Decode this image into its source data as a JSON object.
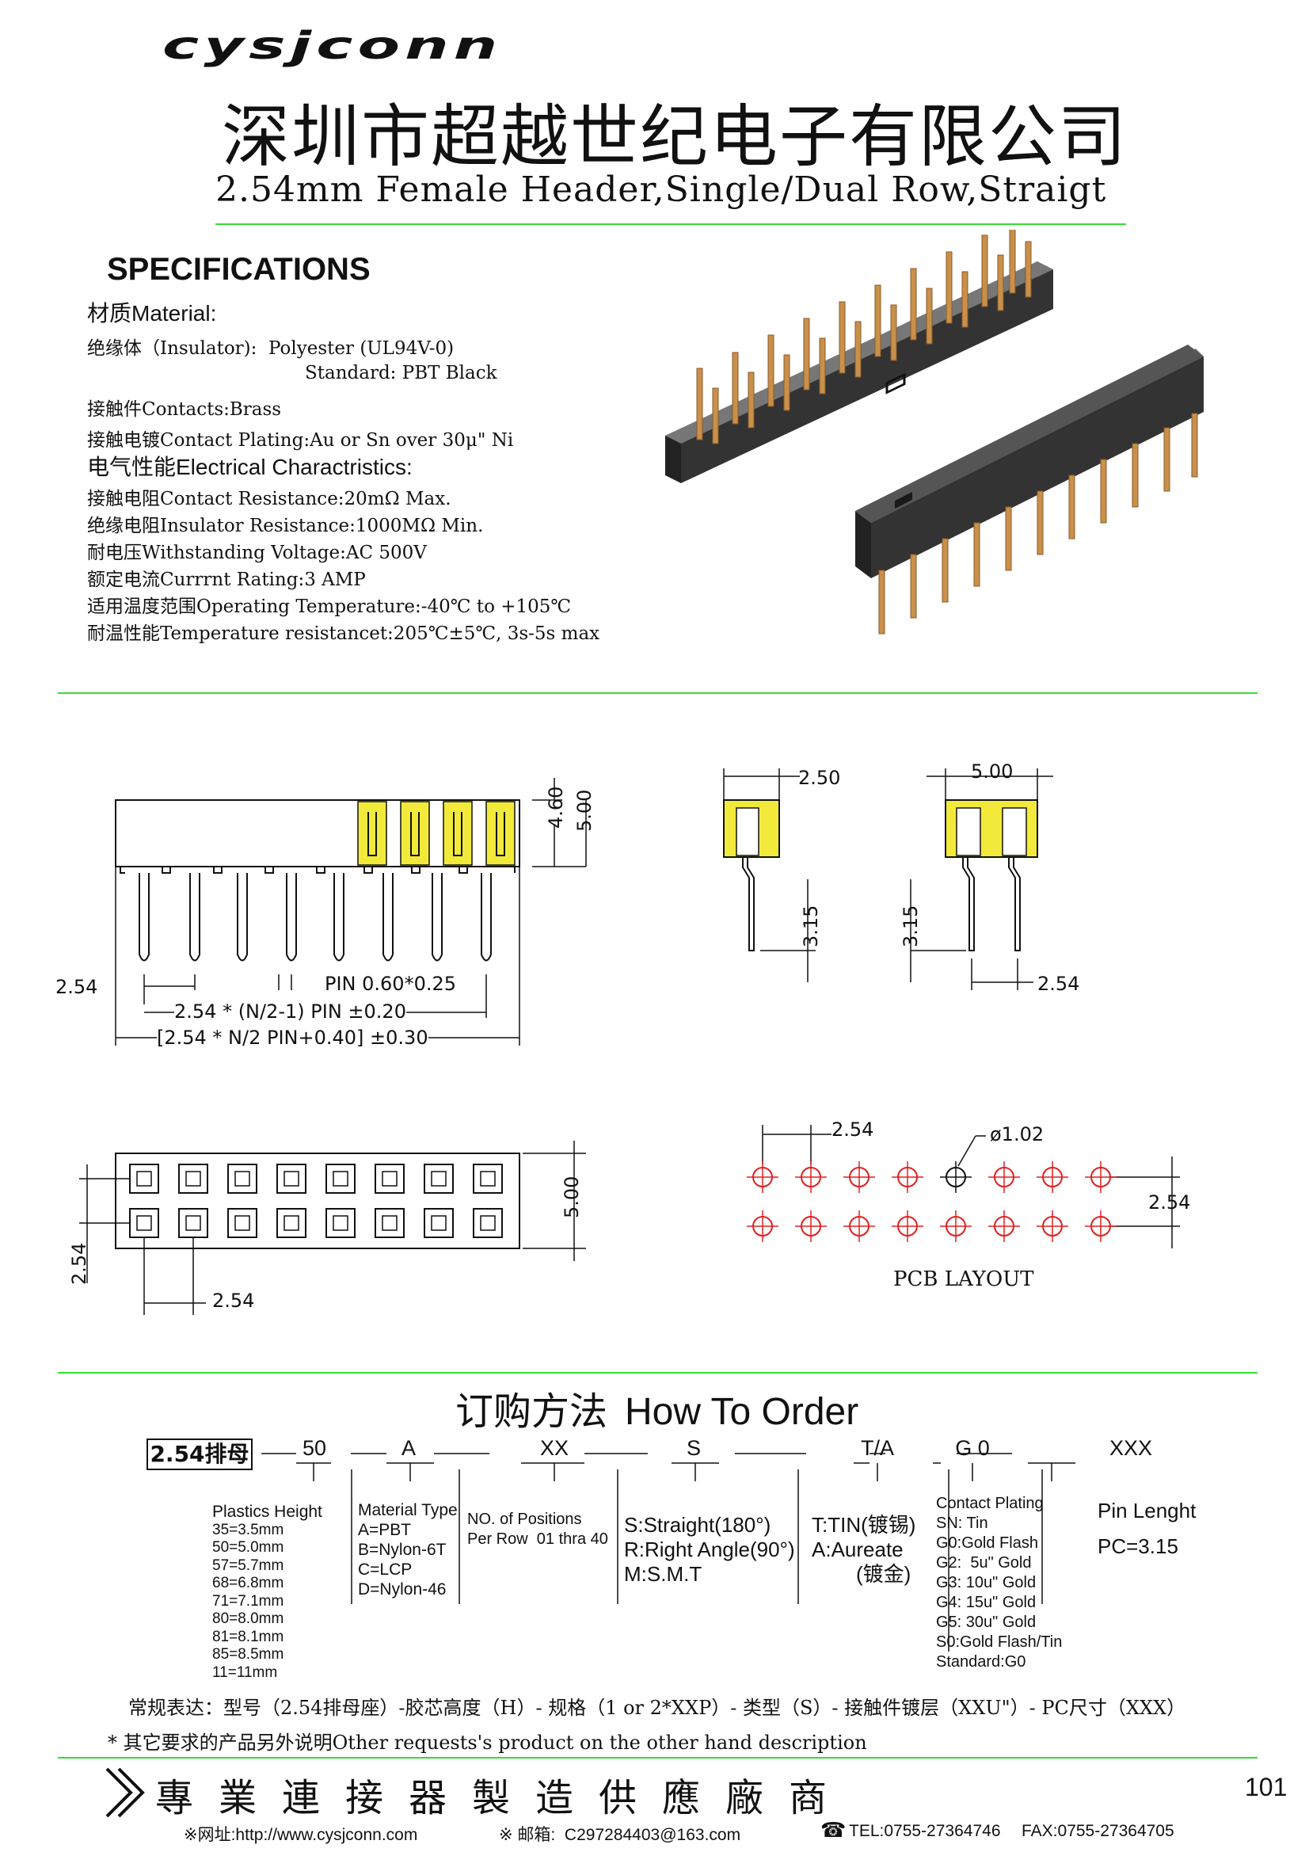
{
  "header": {
    "brand": "cysjconn",
    "company_name": "深圳市超越世纪电子有限公司",
    "product_title": "2.54mm Female Header,Single/Dual Row,Straigt"
  },
  "specifications": {
    "heading": "SPECIFICATIONS",
    "material_heading": "材质Material:",
    "insulator": "绝缘体（Insulator):  Polyester (UL94V-0)",
    "insulator_standard": "Standard: PBT Black",
    "contacts": "接触件Contacts:Brass",
    "plating": "接触电镀Contact Plating:Au or Sn over 30μ\" Ni",
    "electrical_heading": "电气性能Electrical Charactristics:",
    "contact_resistance": "接触电阻Contact Resistance:20mΩ Max.",
    "insulator_resistance": "绝缘电阻Insulator Resistance:1000MΩ Min.",
    "withstanding_voltage": "耐电压Withstanding Voltage:AC 500V",
    "current_rating": "额定电流Currrnt Rating:3 AMP",
    "operating_temp": "适用温度范围Operating Temperature:-40℃ to +105℃",
    "temp_resistance": "耐温性能Temperature resistancet:205℃±5℃, 3s-5s max"
  },
  "drawing": {
    "dim_460": "4.60",
    "dim_500_side": "5.00",
    "dim_254_left": "2.54",
    "pin_label": "PIN 0.60*0.25",
    "formula_inner": "2.54 * (N/2-1) PIN ±0.20",
    "formula_outer": "[2.54 * N/2 PIN+0.40] ±0.30",
    "end_dim_250": "2.50",
    "end_dim_315": "3.15",
    "dual_dim_500": "5.00",
    "dual_dim_315": "3.15",
    "dual_dim_254": "2.54",
    "top_dim_500": "5.00",
    "top_dim_254_v": "2.54",
    "top_dim_254_h": "2.54",
    "pcb_dim_254_top": "2.54",
    "pcb_dia": "ø1.02",
    "pcb_dim_254_right": "2.54",
    "pcb_label": "PCB LAYOUT"
  },
  "order": {
    "heading_cn": "订购方法",
    "heading_en": "How To Order",
    "code_box": "2.54排母",
    "code_height": "50",
    "code_material": "A",
    "code_positions": "XX",
    "code_type": "S",
    "code_plating_tin": "T/A",
    "code_plating": "G 0",
    "code_pin": "XXX",
    "height_title": "Plastics Height",
    "height_options": [
      "35=3.5mm",
      "50=5.0mm",
      "57=5.7mm",
      "68=6.8mm",
      "71=7.1mm",
      "80=8.0mm",
      "81=8.1mm",
      "85=8.5mm",
      "11=11mm"
    ],
    "material_title": "Material Type",
    "material_options": [
      "A=PBT",
      "B=Nylon-6T",
      "C=LCP",
      "D=Nylon-46"
    ],
    "positions_title": "NO. of Positions",
    "positions_desc": "Per Row  01 thra 40",
    "type_options": [
      "S:Straight(180°)",
      "R:Right Angle(90°)",
      "M:S.M.T"
    ],
    "tin_options": [
      "T:TIN(镀锡)",
      "A:Aureate",
      "(镀金)"
    ],
    "plating_title": "Contact Plating",
    "plating_options": [
      "SN: Tin",
      "G0:Gold Flash",
      "G2:  5u\" Gold",
      "G3: 10u\" Gold",
      "G4: 15u\" Gold",
      "G5: 30u\" Gold",
      "S0:Gold Flash/Tin",
      "Standard:G0"
    ],
    "pin_title": "Pin Lenght",
    "pin_value": "PC=3.15",
    "expression": "常规表达：型号（2.54排母座）-胶芯高度（H）- 规格（1 or 2*XXP）- 类型（S）- 接触件镀层（XXU\"）- PC尺寸（XXX）",
    "other_note": "* 其它要求的产品另外说明Other requests's product on the other hand description"
  },
  "footer": {
    "slogan": "專業連接器製造供應廠商",
    "website": "※网址:http://www.cysjconn.com",
    "email": "※ 邮箱:  C297284403@163.com",
    "tel": "TEL:0755-27364746",
    "fax": "FAX:0755-27364705",
    "page_number": "101"
  },
  "colors": {
    "rule_green": "#33dd33",
    "hatch_yellow": "#f2ea3a",
    "pcb_red": "#e02020",
    "connector_body": "#3a3a3a",
    "pin_gold": "#c8904a"
  }
}
